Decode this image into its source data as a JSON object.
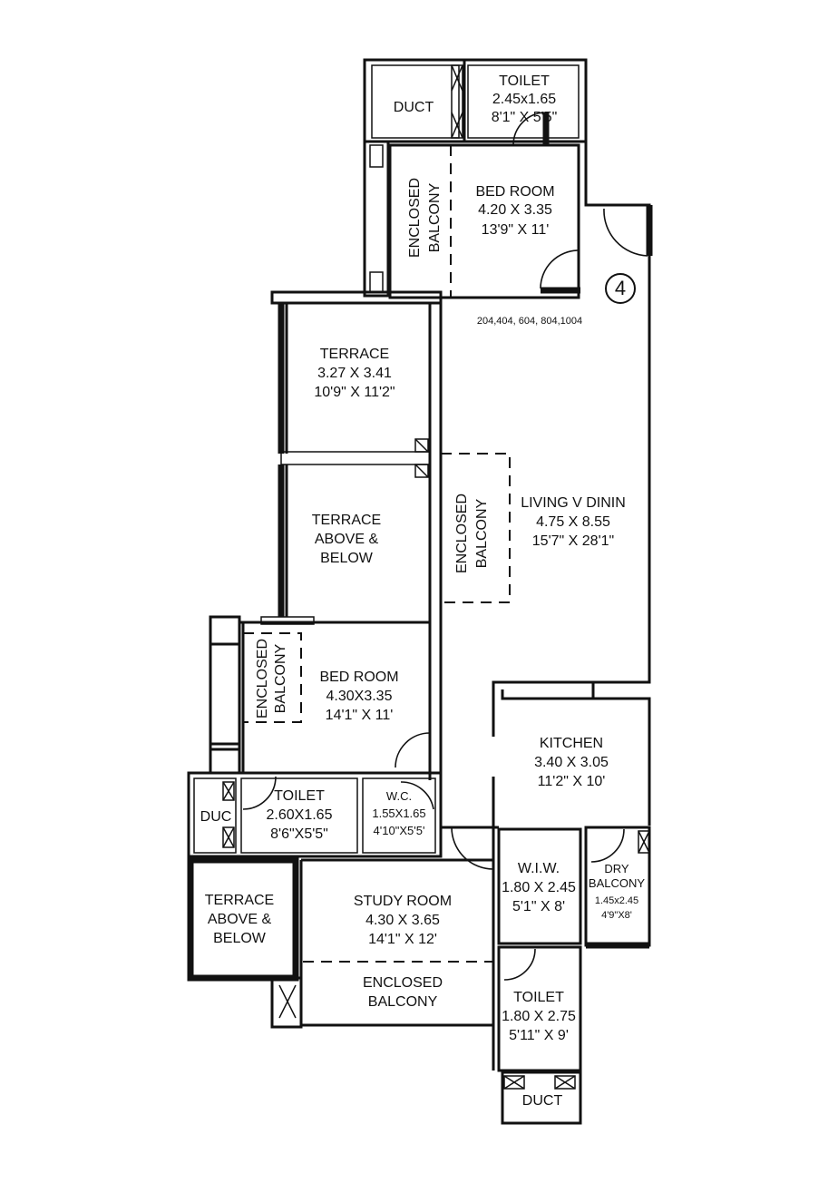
{
  "unit_badge": "4",
  "unit_numbers": "204,404, 604, 804,1004",
  "rooms": {
    "duct_top": "DUCT",
    "toilet_top": {
      "name": "TOILET",
      "metric": "2.45x1.65",
      "imperial": "8'1\" X 5'5\""
    },
    "enclosed_balcony_top": {
      "line1": "ENCLOSED",
      "line2": "BALCONY"
    },
    "bedroom_top": {
      "name": "BED ROOM",
      "metric": "4.20 X 3.35",
      "imperial": "13'9\" X 11'"
    },
    "terrace_1": {
      "name": "TERRACE",
      "metric": "3.27 X 3.41",
      "imperial": "10'9\" X 11'2\""
    },
    "terrace_2": {
      "line1": "TERRACE",
      "line2": "ABOVE &",
      "line3": "BELOW"
    },
    "enclosed_balcony_mid": {
      "line1": "ENCLOSED",
      "line2": "BALCONY"
    },
    "living": {
      "name": "LIVING V DININ",
      "metric": "4.75 X 8.55",
      "imperial": "15'7\" X 28'1\""
    },
    "enclosed_balcony_left": {
      "line1": "ENCLOSED",
      "line2": "BALCONY"
    },
    "bedroom_mid": {
      "name": "BED ROOM",
      "metric": "4.30X3.35",
      "imperial": "14'1\" X 11'"
    },
    "kitchen": {
      "name": "KITCHEN",
      "metric": "3.40 X 3.05",
      "imperial": "11'2\" X 10'"
    },
    "duct_left": "DUC",
    "toilet_mid": {
      "name": "TOILET",
      "metric": "2.60X1.65",
      "imperial": "8'6\"X5'5\""
    },
    "wc": {
      "name": "W.C.",
      "metric": "1.55X1.65",
      "imperial": "4'10\"X5'5'"
    },
    "wiw": {
      "name": "W.I.W.",
      "metric": "1.80 X 2.45",
      "imperial": "5'1\" X 8'"
    },
    "dry_balcony": {
      "line1": "DRY",
      "line2": "BALCONY",
      "metric": "1.45x2.45",
      "imperial": "4'9\"X8'"
    },
    "terrace_3": {
      "line1": "TERRACE",
      "line2": "ABOVE &",
      "line3": "BELOW"
    },
    "study": {
      "name": "STUDY ROOM",
      "metric": "4.30 X 3.65",
      "imperial": "14'1\" X 12'"
    },
    "enclosed_balcony_bottom": {
      "line1": "ENCLOSED",
      "line2": "BALCONY"
    },
    "toilet_bottom": {
      "name": "TOILET",
      "metric": "1.80 X 2.75",
      "imperial": "5'11\" X 9'"
    },
    "duct_bottom": "DUCT"
  }
}
